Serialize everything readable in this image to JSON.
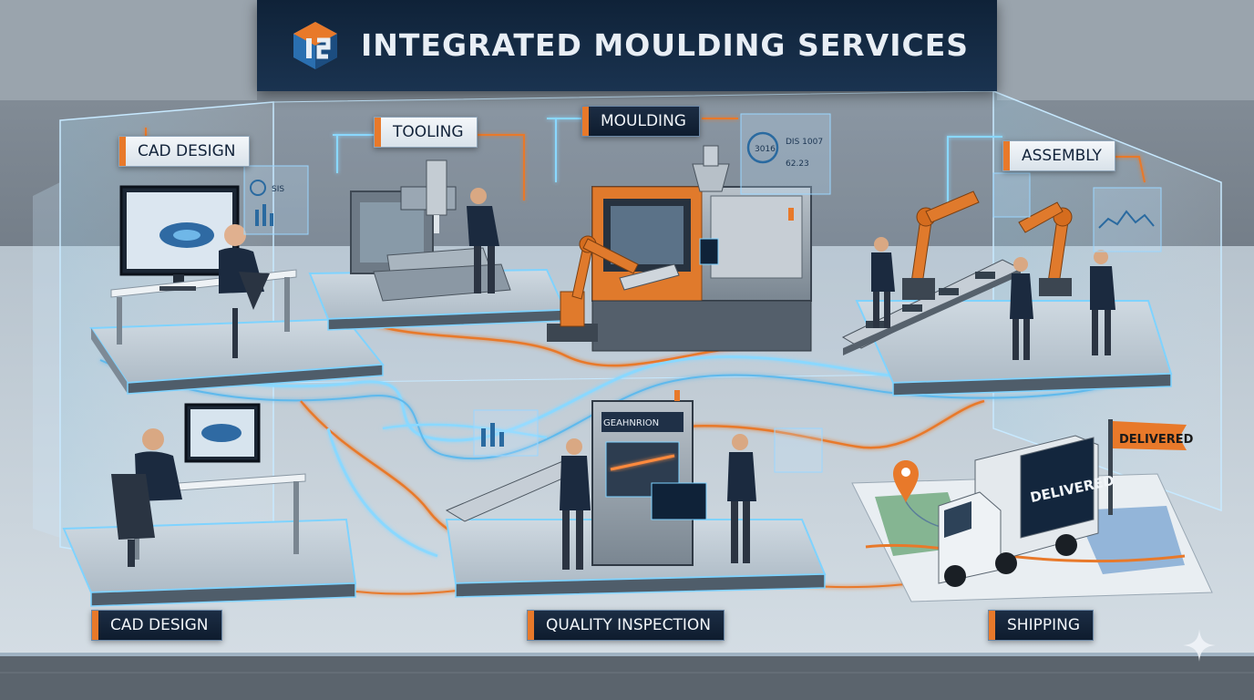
{
  "title": "INTEGRATED MOULDING SERVICES",
  "stages": {
    "cad_top": "CAD DESIGN",
    "tooling": "TOOLING",
    "moulding": "MOULDING",
    "assembly": "ASSEMBLY",
    "cad_bottom": "CAD DESIGN",
    "quality": "QUALITY INSPECTION",
    "shipping": "SHIPPING"
  },
  "scene_text": {
    "flag": "DELIVERED",
    "truck": "DELIVERED",
    "inspection_machine": "GEAHNRION",
    "moulding_panel_1": "3016",
    "moulding_panel_2": "DIS 1007",
    "moulding_panel_3": "62.23",
    "cad_panel": "SIS"
  },
  "colors": {
    "accent": "#e8792a",
    "banner": "#14283f",
    "glow": "#7fd3ff",
    "robot": "#e07a2c"
  },
  "icons": [
    "logo-icon",
    "sparkle-icon",
    "map-pin-icon"
  ]
}
